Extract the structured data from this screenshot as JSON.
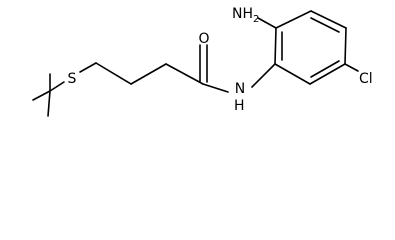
{
  "molecule": {
    "atom_labels": {
      "sulfur": "S",
      "carbonyl_oxygen": "O",
      "amine": "NH",
      "amine_subscript": "2",
      "amide_nitrogen": "N",
      "amide_hydrogen": "H",
      "chlorine": "Cl"
    }
  }
}
